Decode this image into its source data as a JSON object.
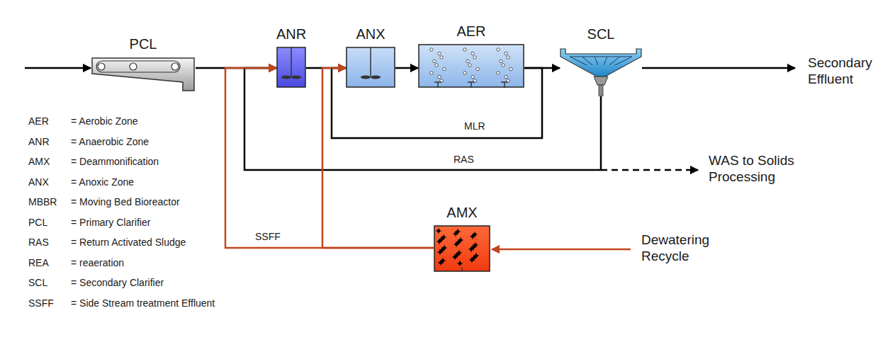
{
  "diagram": {
    "nodes": [
      {
        "text": [
          "PCL"
        ]
      },
      {
        "text": [
          "ANR"
        ]
      },
      {
        "text": [
          "ANX"
        ]
      },
      {
        "text": [
          "AER"
        ]
      },
      {
        "text": [
          "SCL"
        ]
      },
      {
        "text": [
          "AMX"
        ]
      }
    ],
    "edges": [
      {
        "from": 0,
        "to": 1,
        "arrow": "to"
      },
      {
        "from": 1,
        "to": 2,
        "arrow": "to"
      },
      {
        "from": 2,
        "to": 3,
        "arrow": "to"
      },
      {
        "from": 3,
        "to": 4,
        "arrow": "to"
      },
      {
        "from": 3,
        "to": 2,
        "label": "MLR",
        "arrow": "to"
      },
      {
        "from": 4,
        "to": 1,
        "label": "RAS",
        "arrow": "to"
      },
      {
        "from": 5,
        "to": 1,
        "label": "SSFF",
        "arrow": "to"
      },
      {
        "from": 5,
        "to": 2,
        "arrow": "to"
      }
    ],
    "labels": [
      "AER",
      "= Aerobic Zone",
      "ANR",
      "= Anaerobic Zone",
      "AMX",
      "= Deammonification",
      "ANX",
      "= Anoxic Zone",
      "MBBR",
      "= Moving Bed Bioreactor",
      "PCL",
      "= Primary Clarifier",
      "RAS",
      "= Return Activated Sludge",
      "REA",
      "= reaeration",
      "SCL",
      "= Secondary Clarifier",
      "SSFF",
      "= Side Stream treatment Effluent",
      "Secondary Effluent",
      "WAS to Solids Processing",
      "Dewatering Recycle"
    ]
  }
}
